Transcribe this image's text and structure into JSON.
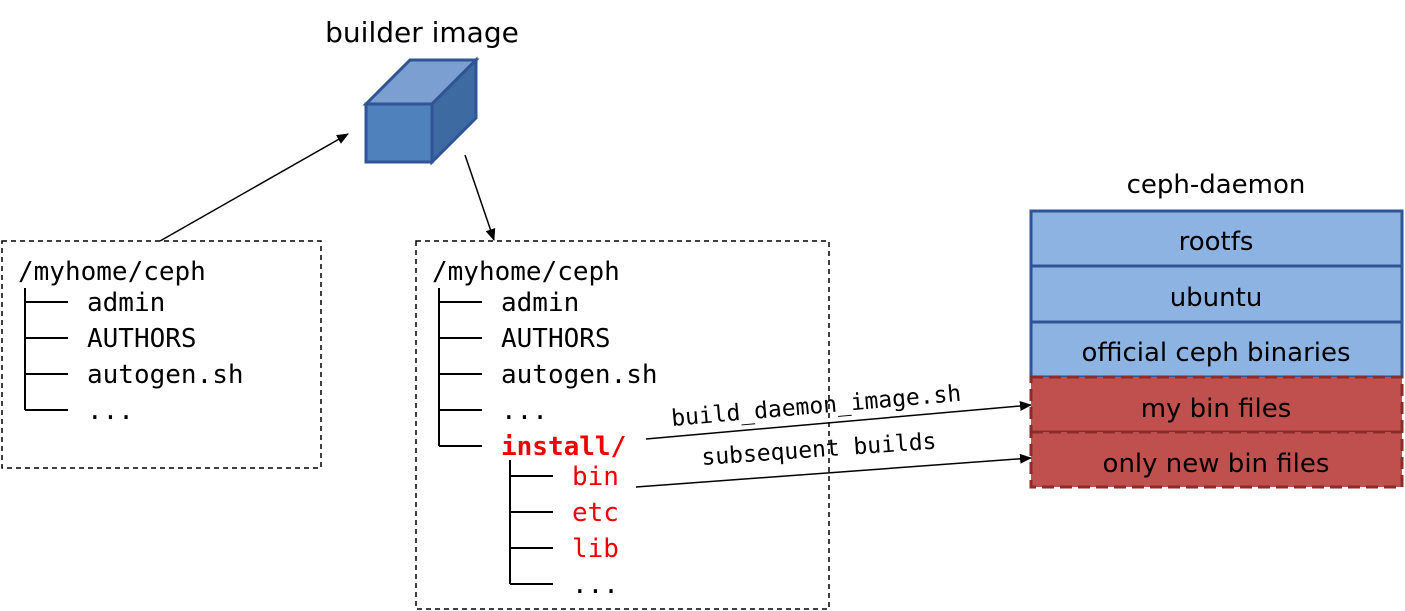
{
  "builder": {
    "title": "builder image"
  },
  "source_tree": {
    "root": "/myhome/ceph",
    "items": [
      "admin",
      "AUTHORS",
      "autogen.sh",
      "..."
    ]
  },
  "build_tree": {
    "root": "/myhome/ceph",
    "items": [
      "admin",
      "AUTHORS",
      "autogen.sh",
      "..."
    ],
    "install": {
      "label": "install/",
      "children": [
        "bin",
        "etc",
        "lib",
        "..."
      ]
    }
  },
  "daemon": {
    "title": "ceph-daemon",
    "layers": [
      "rootfs",
      "ubuntu",
      "official ceph binaries"
    ],
    "added_layers": [
      "my bin files",
      "only new bin files"
    ]
  },
  "edges": {
    "first_build": "build_daemon_image.sh",
    "next_build": "subsequent builds"
  },
  "colors": {
    "cube_front": "#4f81bd",
    "cube_top": "#7a9fd0",
    "cube_side": "#3d6aa0",
    "layer_blue": "#8db3e2",
    "layer_border": "#2f5597",
    "layer_red": "#c0504d",
    "layer_red_border": "#8b2b2a",
    "install_red": "#ee0000"
  }
}
